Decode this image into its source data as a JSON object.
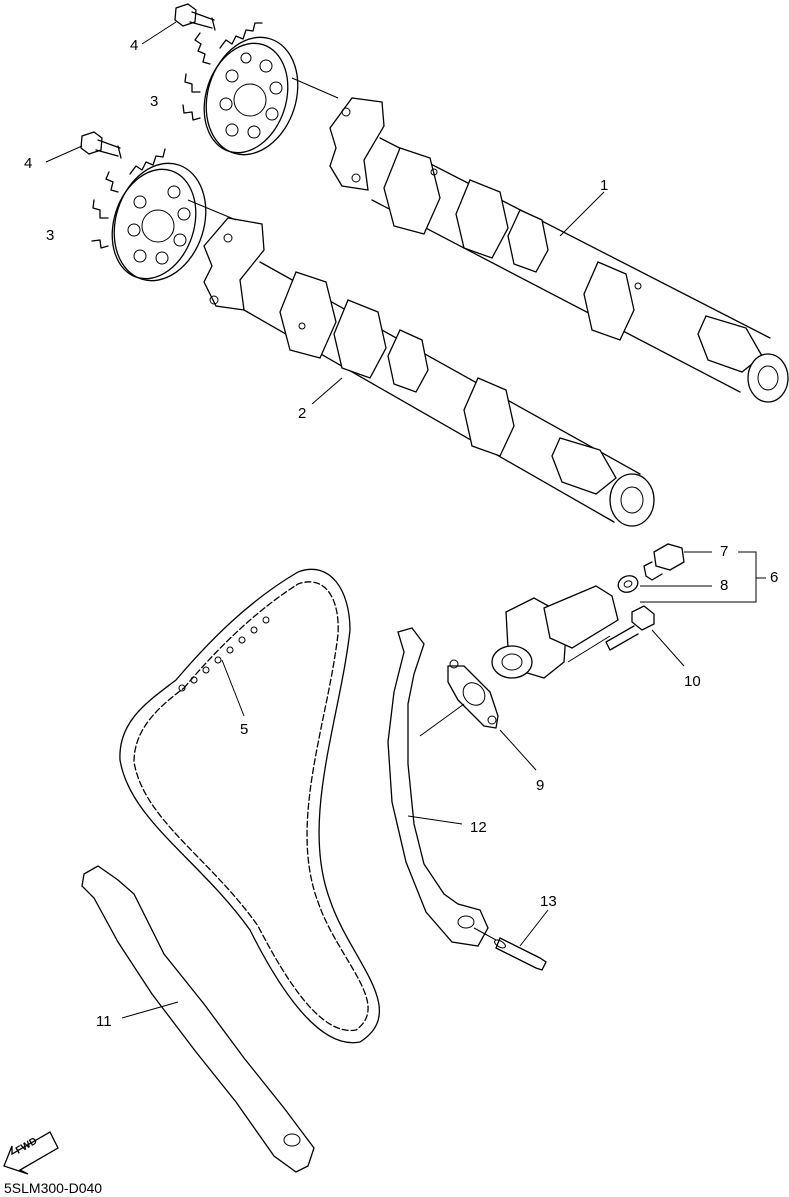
{
  "diagram": {
    "code": "5SLM300-D040",
    "fwd_label": "FWD",
    "callouts": {
      "c1": "1",
      "c2": "2",
      "c3a": "3",
      "c3b": "3",
      "c4a": "4",
      "c4b": "4",
      "c5": "5",
      "c6": "6",
      "c7": "7",
      "c8": "8",
      "c9": "9",
      "c10": "10",
      "c11": "11",
      "c12": "12",
      "c13": "13"
    }
  }
}
